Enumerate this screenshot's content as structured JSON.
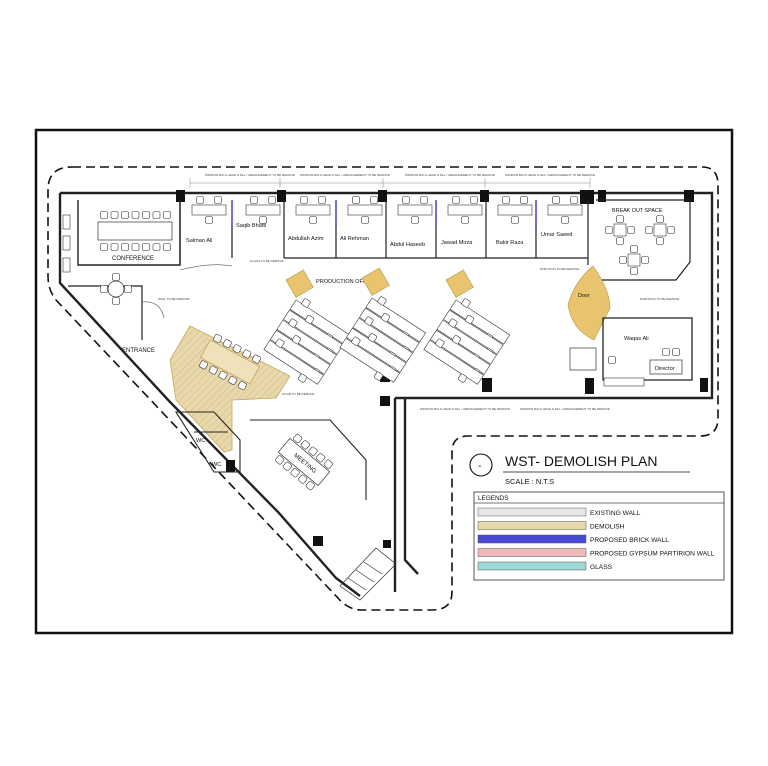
{
  "title_block": {
    "title": "WST- DEMOLISH PLAN",
    "scale": "SCALE : N.T.S",
    "symbol": "-"
  },
  "legend": {
    "heading": "LEGENDS",
    "items": [
      {
        "label": "EXISTING WALL",
        "color": "#e8e8e8"
      },
      {
        "label": "DEMOLISH",
        "color": "#e8d8ae"
      },
      {
        "label": "PROPOSED BRICK WALL",
        "color": "#4a4ad0"
      },
      {
        "label": "PROPOSED GYPSUM PARTIRION WALL",
        "color": "#f1b8b8"
      },
      {
        "label": "GLASS",
        "color": "#9fd8d8"
      }
    ]
  },
  "rooms": {
    "conference": "CONFERENCE",
    "break_out": "BREAK OUT SPACE",
    "production": "PRODUCTION OFFICE",
    "entrance": "ENTRANCE",
    "meeting": "MEETING",
    "director": "Director",
    "door": "Door",
    "wc1": "WC",
    "wc2": "WC"
  },
  "cabins": [
    "Salman Ali",
    "Saqib Bhatti",
    "Abdullah Azim",
    "Ali Rehman",
    "Abdul Haseeb",
    "Jawad Mirza",
    "Bakir Raza",
    "Umar Saeed",
    "Waqas Ali"
  ],
  "notes": {
    "window_bulkhead": "WINDOW BULK HEAD & SILL / ARRANGEMENT TO BE REMOVE",
    "door_remove": "DOOR TO BE REMOVE",
    "glass_remove": "GLASS TO BE REMOVE",
    "partition_remove": "PARTITION TO BE REMOVE",
    "wall_remove": "WALL TO BE REMOVE"
  },
  "colors": {
    "demolish": "#e8d8ae",
    "demolish_hatch": "#d9bc6c",
    "wall": "#111111",
    "existing_wall": "#e8e8e8"
  }
}
